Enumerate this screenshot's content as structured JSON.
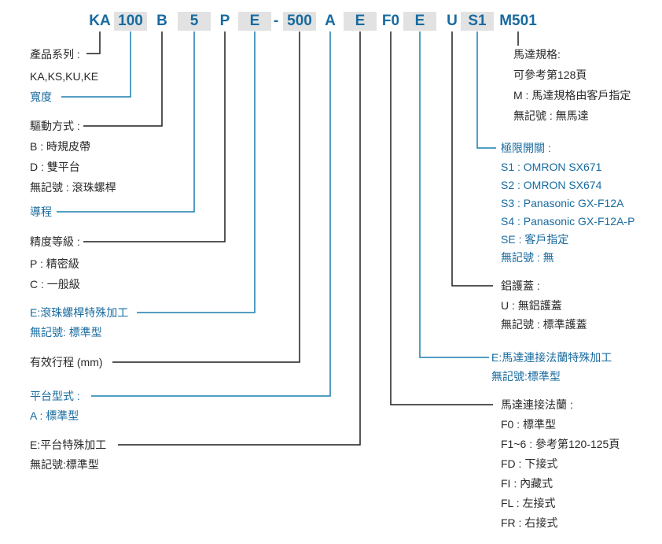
{
  "colors": {
    "accent_blue_text": "#186b9f",
    "blue_line": "#1a7fae",
    "black_text": "#2a2a2a",
    "black_line": "#1f1f1f",
    "segment_shade": "#e2e2e2"
  },
  "model_code": {
    "segments": [
      {
        "text": "KA",
        "shaded": false
      },
      {
        "text": "100",
        "shaded": true
      },
      {
        "text": "B",
        "shaded": false
      },
      {
        "text": "5",
        "shaded": true
      },
      {
        "text": "P",
        "shaded": false
      },
      {
        "text": "E",
        "shaded": true
      },
      {
        "text": "-",
        "shaded": false
      },
      {
        "text": "500",
        "shaded": true
      },
      {
        "text": "A",
        "shaded": false
      },
      {
        "text": "E",
        "shaded": true
      },
      {
        "text": "F0",
        "shaded": false
      },
      {
        "text": "E",
        "shaded": true
      },
      {
        "text": "U",
        "shaded": false
      },
      {
        "text": "S1",
        "shaded": true
      },
      {
        "text": "M501",
        "shaded": false
      }
    ]
  },
  "left_annotations": [
    {
      "title": "產品系列 :",
      "color": "black",
      "items": [
        "KA,KS,KU,KE"
      ]
    },
    {
      "title": "寬度",
      "color": "blue",
      "items": []
    },
    {
      "title": "驅動方式 :",
      "color": "black",
      "items": [
        "B : 時規皮帶",
        "D : 雙平台",
        "無記號 : 滾珠螺桿"
      ]
    },
    {
      "title": "導程",
      "color": "blue",
      "items": []
    },
    {
      "title": "精度等級 :",
      "color": "black",
      "items": [
        "P : 精密級",
        "C : 一般級"
      ]
    },
    {
      "title": "E:滾珠螺桿特殊加工",
      "color": "blue",
      "items": [
        "無記號: 標準型"
      ]
    },
    {
      "title": "有效行程 (mm)",
      "color": "black",
      "items": []
    },
    {
      "title": "平台型式 :",
      "color": "blue",
      "items": [
        "A : 標準型"
      ]
    },
    {
      "title": "E:平台特殊加工",
      "color": "black",
      "items": [
        "無記號:標準型"
      ]
    }
  ],
  "right_annotations": [
    {
      "title": "馬達規格:",
      "color": "black",
      "items": [
        "可參考第128頁",
        "M : 馬達規格由客戶指定",
        "無記號 : 無馬達"
      ]
    },
    {
      "title": "極限開關 :",
      "color": "blue",
      "items": [
        "S1 : OMRON SX671",
        "S2 : OMRON SX674",
        "S3 : Panasonic GX-F12A",
        "S4 : Panasonic GX-F12A-P",
        "SE : 客戶指定",
        "無記號 : 無"
      ]
    },
    {
      "title": "鋁護蓋 :",
      "color": "black",
      "items": [
        "U : 無鋁護蓋",
        "無記號 : 標準護蓋"
      ]
    },
    {
      "title": "E:馬達連接法蘭特殊加工",
      "color": "blue",
      "items": [
        "無記號:標準型"
      ]
    },
    {
      "title": "馬達連接法蘭 :",
      "color": "black",
      "items": [
        "F0 : 標準型",
        "F1~6 : 參考第120-125頁",
        "FD : 下接式",
        "FI : 內藏式",
        "FL : 左接式",
        "FR : 右接式"
      ]
    }
  ]
}
